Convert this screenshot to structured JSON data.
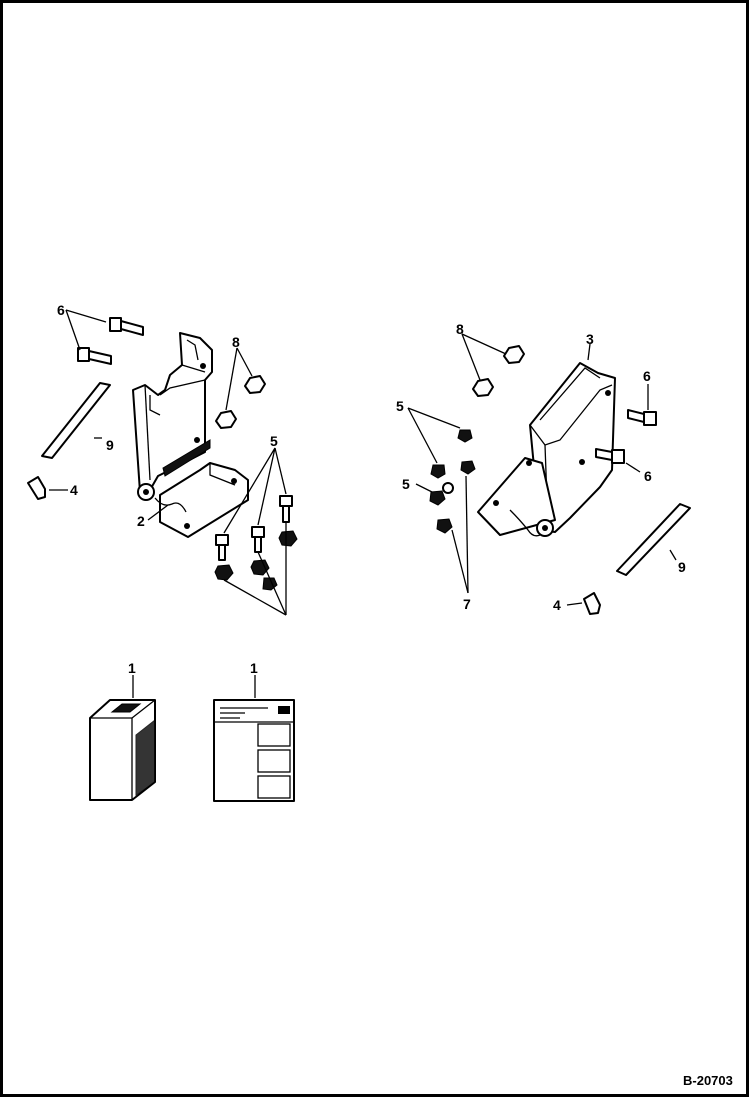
{
  "diagram": {
    "reference": "B-20703",
    "callouts": {
      "c1a": "1",
      "c1b": "1",
      "c2": "2",
      "c3": "3",
      "c4a": "4",
      "c4b": "4",
      "c5a": "5",
      "c5b": "5",
      "c5c": "5",
      "c6a": "6",
      "c6b": "6",
      "c6c": "6",
      "c7": "7",
      "c8a": "8",
      "c8b": "8",
      "c9a": "9",
      "c9b": "9"
    }
  }
}
